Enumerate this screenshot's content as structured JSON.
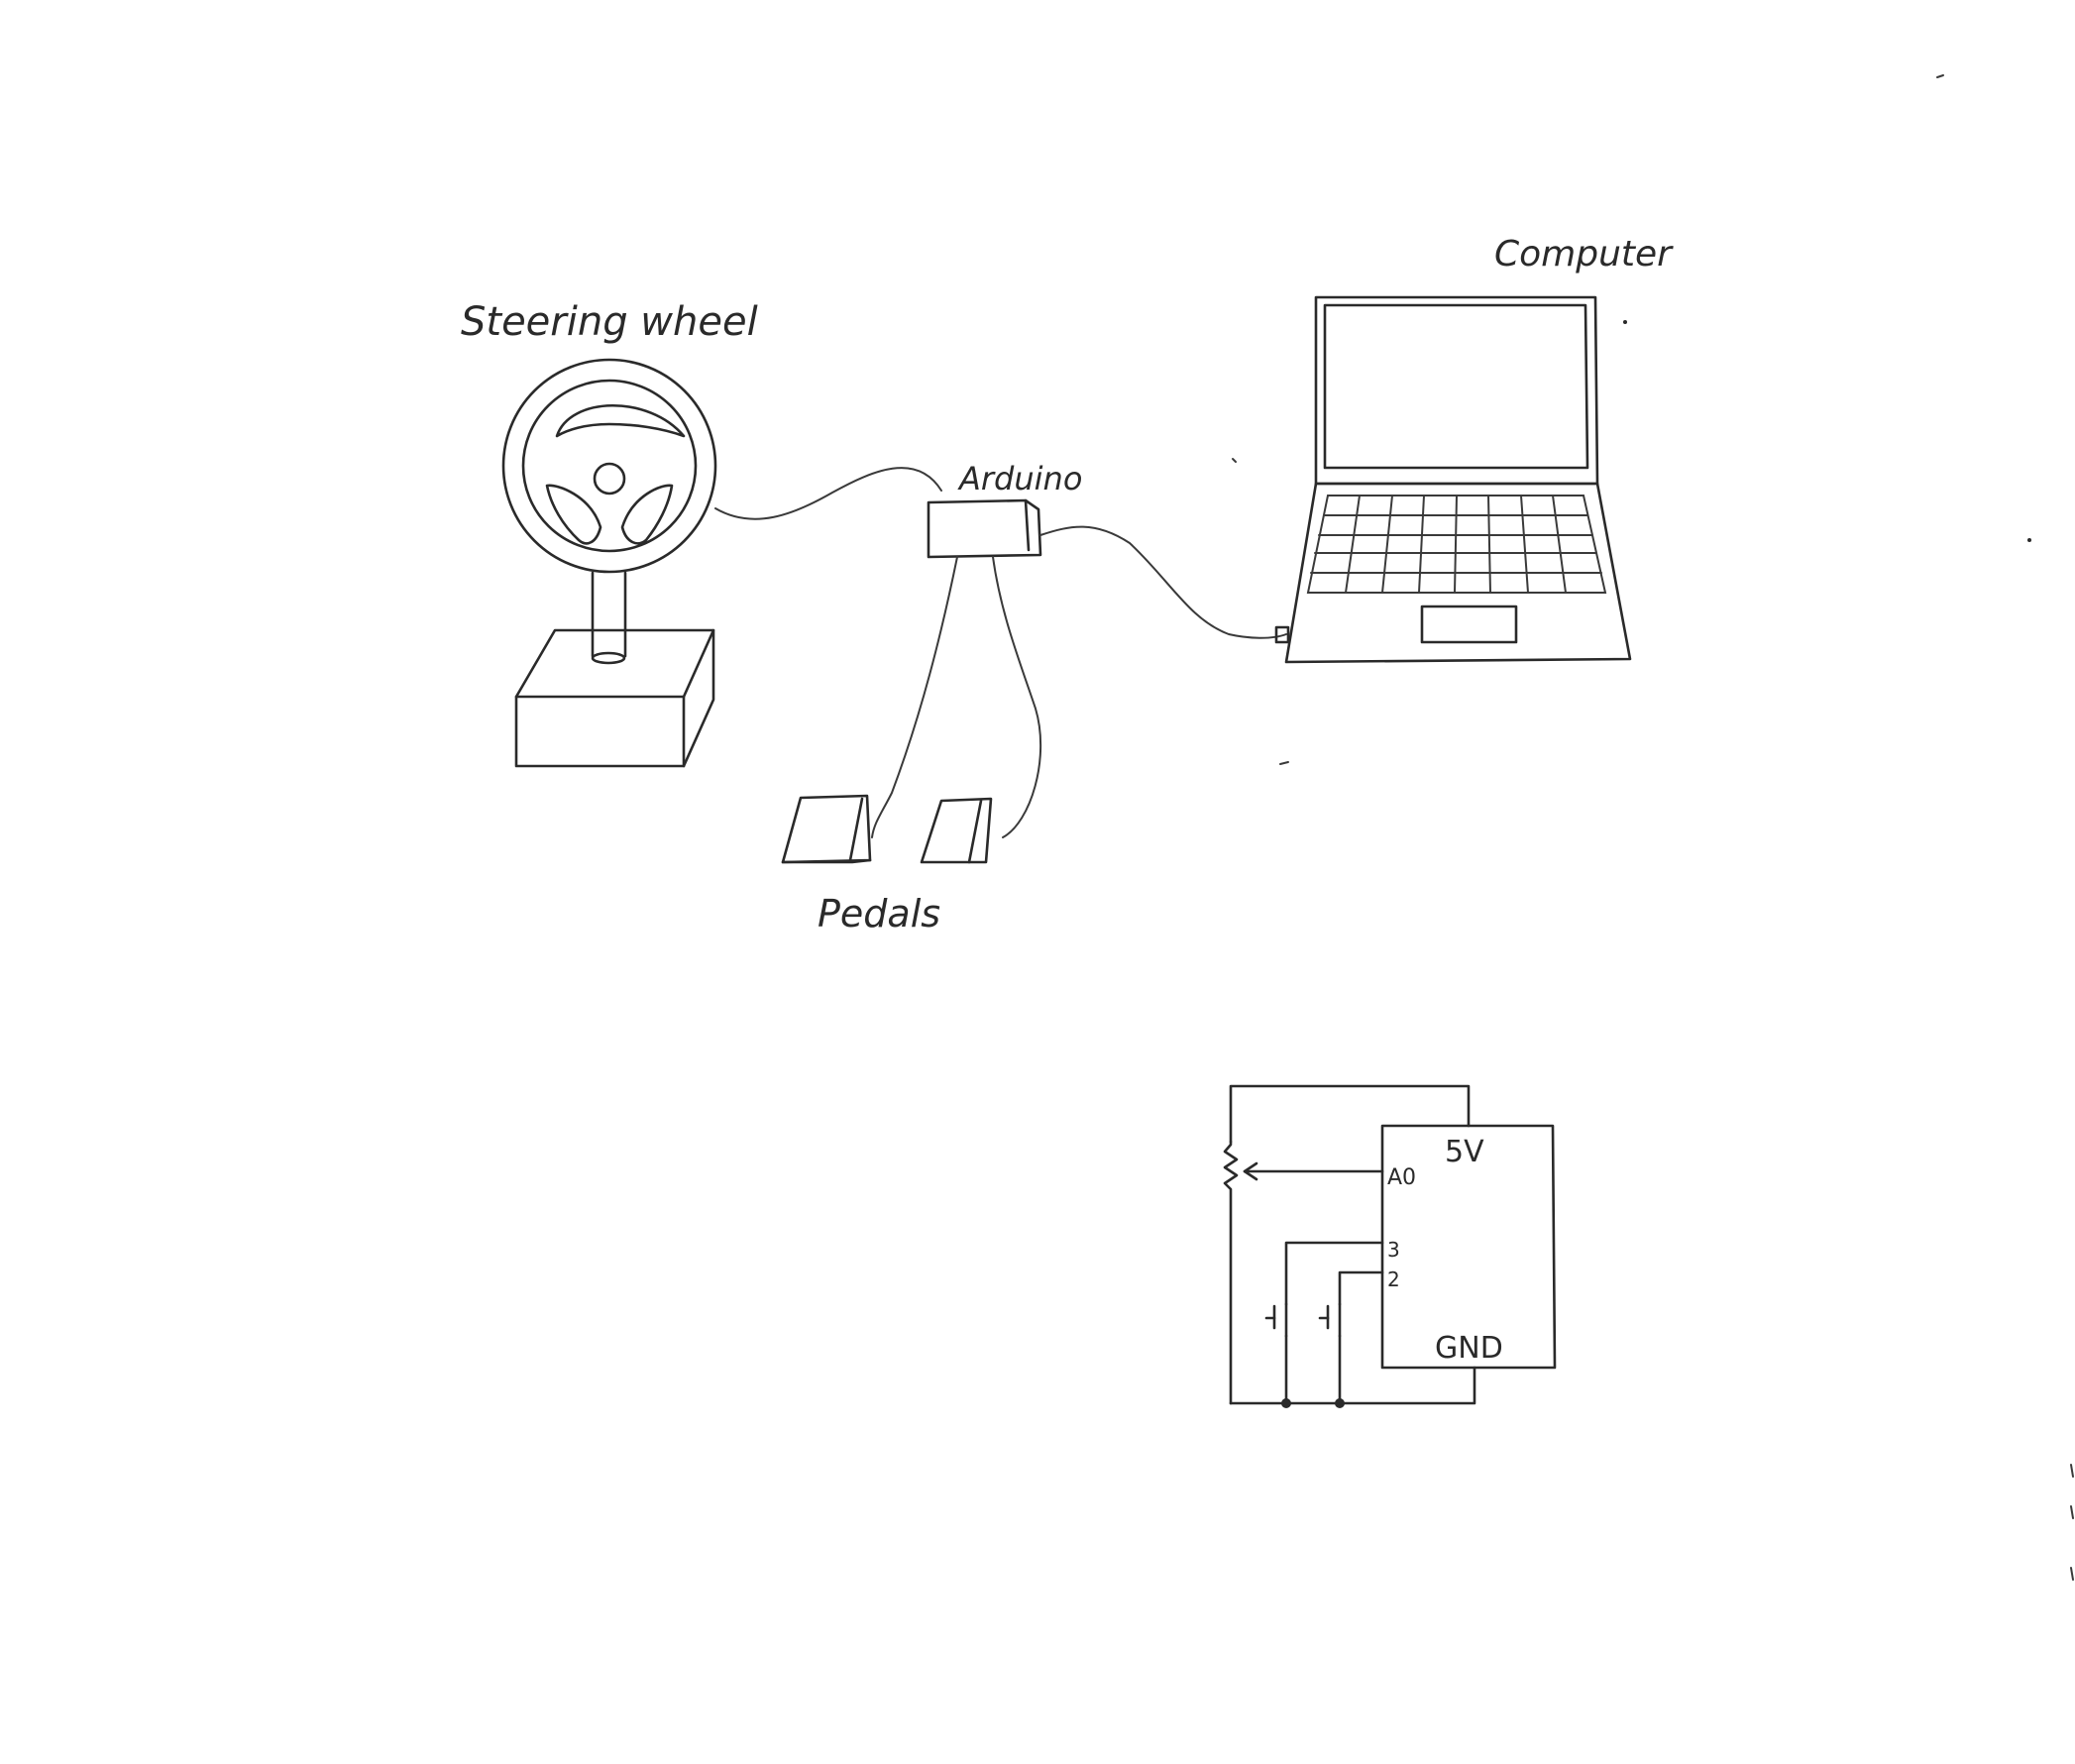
{
  "labels": {
    "steering_wheel": "Steering wheel",
    "arduino": "Arduino",
    "computer": "Computer",
    "pedals": "Pedals"
  },
  "schematic": {
    "pin_5v": "5V",
    "pin_a0": "A0",
    "pin_3": "3",
    "pin_2": "2",
    "pin_gnd": "GND"
  }
}
